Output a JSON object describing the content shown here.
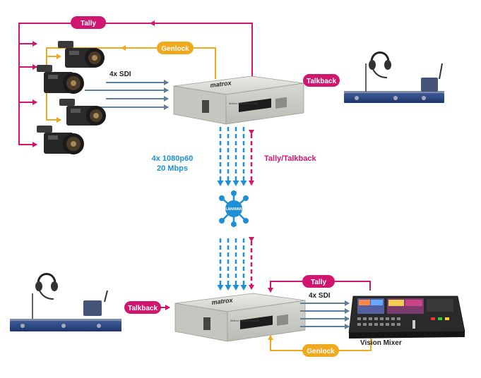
{
  "labels": {
    "tally_top": "Tally",
    "genlock_top": "Genlock",
    "sdi_top": "4x SDI",
    "talkback_top": "Talkback",
    "stream_line1": "4x 1080p60",
    "stream_line2": "20 Mbps",
    "tally_talkback": "Tally/Talkback",
    "network": "LAN/WAN",
    "talkback_bottom": "Talkback",
    "tally_bottom": "Tally",
    "sdi_bottom": "4x SDI",
    "genlock_bottom": "Genlock",
    "vision_mixer": "Vision Mixer"
  },
  "encoder_top": {
    "brand": "matrox",
    "model": "Matrox Monarch EDGE"
  },
  "encoder_bottom": {
    "brand": "matrox",
    "model": "Matrox Monarch EDGE"
  },
  "colors": {
    "tally": "#d0166e",
    "genlock": "#f0a81c",
    "sdi": "#5a7fa0",
    "stream": "#1e8fd6",
    "network": "#1e8fd6"
  },
  "icons": [
    "camera-icon",
    "headset-icon",
    "network-hub-icon",
    "encoder-device",
    "vision-mixer-device"
  ]
}
